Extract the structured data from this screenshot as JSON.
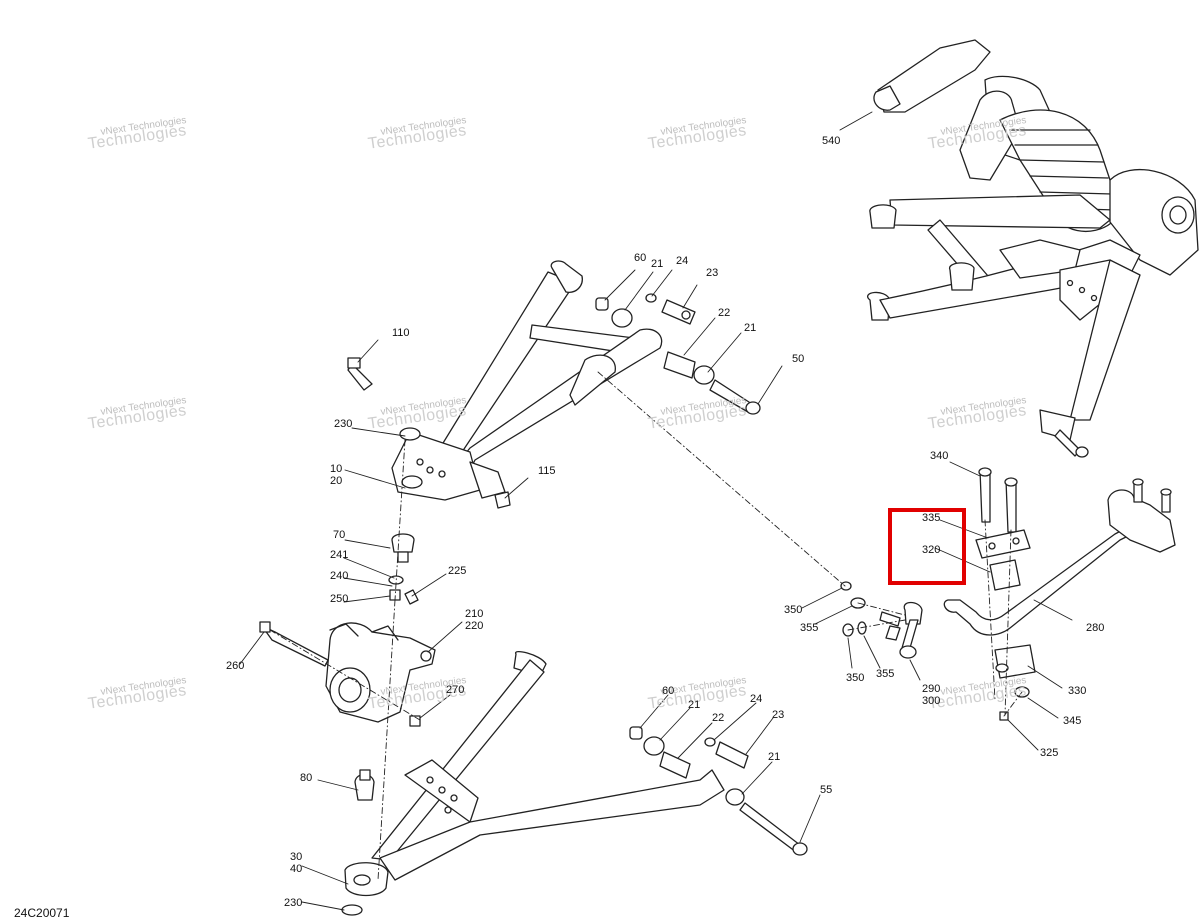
{
  "diagram": {
    "document_id": "24C20071",
    "watermark_small": "vNext Technologies",
    "watermark_big": "Technologies",
    "highlight_color": "#e10000",
    "callouts": {
      "c540": "540",
      "c110": "110",
      "c60a": "60",
      "c21a": "21",
      "c24a": "24",
      "c23a": "23",
      "c22a": "22",
      "c21b": "21",
      "c50": "50",
      "c230a": "230",
      "c10": "10",
      "c20": "20",
      "c115": "115",
      "c340": "340",
      "c335": "335",
      "c320": "320",
      "c70": "70",
      "c241": "241",
      "c240": "240",
      "c225": "225",
      "c250": "250",
      "c210": "210",
      "c220": "220",
      "c260": "260",
      "c350a": "350",
      "c355a": "355",
      "c280": "280",
      "c350b": "350",
      "c355b": "355",
      "c290": "290",
      "c300": "300",
      "c330": "330",
      "c345": "345",
      "c325": "325",
      "c270": "270",
      "c60b": "60",
      "c21c": "21",
      "c24b": "24",
      "c22b": "22",
      "c23b": "23",
      "c21d": "21",
      "c55": "55",
      "c80": "80",
      "c30": "30",
      "c40": "40",
      "c230b": "230"
    }
  }
}
